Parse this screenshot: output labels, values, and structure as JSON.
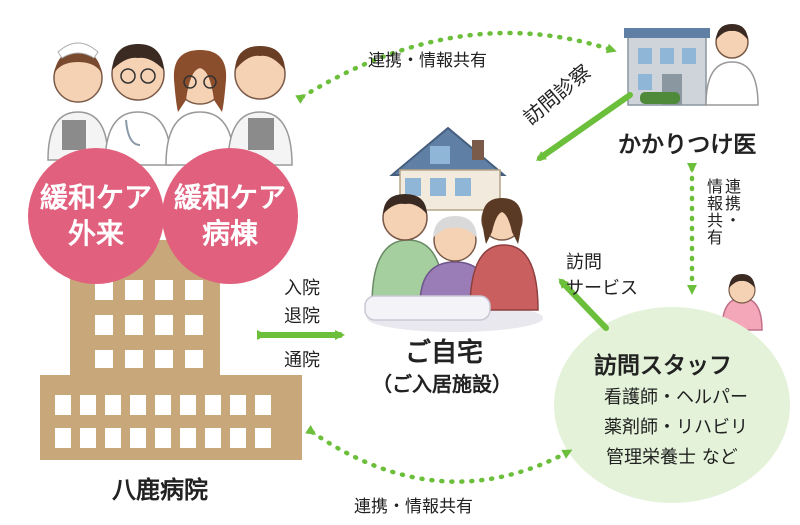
{
  "hospital": {
    "name": "八鹿病院",
    "circles": [
      {
        "line1": "緩和ケア",
        "line2": "外来"
      },
      {
        "line1": "緩和ケア",
        "line2": "病棟"
      }
    ]
  },
  "home": {
    "title": "ご自宅",
    "subtitle": "（ご入居施設）"
  },
  "doctor": {
    "label": "かかりつけ医"
  },
  "staff": {
    "title": "訪問スタッフ",
    "lines": [
      "看護師・ヘルパー",
      "薬剤師・リハビリ",
      "管理栄養士 など"
    ]
  },
  "arrows": {
    "top_share": "連携・情報共有",
    "bottom_share": "連携・情報共有",
    "right_share_col1": "情報共有",
    "right_share_col2": "連携・",
    "visit_exam": "訪問診察",
    "visit_service_1": "訪問",
    "visit_service_2": "サービス",
    "admit": "入院",
    "discharge": "退院",
    "outpatient": "通院"
  },
  "colors": {
    "pink": "#e0607e",
    "brown": "#c8a77a",
    "green": "#6bbf3a",
    "staff_bg": "#e3f2d9"
  }
}
